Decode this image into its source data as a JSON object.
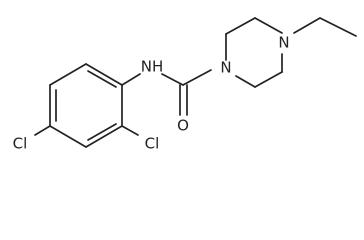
{
  "atoms": {
    "nh_label": "NH",
    "n_amide_label": "N",
    "n_ethyl_label": "N",
    "o_label": "O",
    "cl_para_label": "Cl",
    "cl_ortho_label": "Cl"
  }
}
